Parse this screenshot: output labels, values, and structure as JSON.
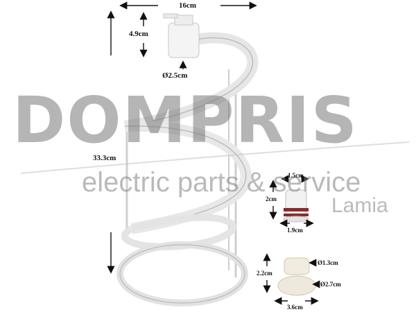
{
  "watermark": {
    "brand": "DOMPRIS",
    "tagline": "electric parts & service",
    "city": "Lamia"
  },
  "dimensions": {
    "width_main": "16cm",
    "spout_height": "4.9cm",
    "spout_diameter": "Ø2.5cm",
    "total_height": "33.3cm",
    "plug_top": "1.5cm",
    "plug_height": "2cm",
    "plug_bottom": "1.9cm",
    "cap_top_diameter": "Ø1.3cm",
    "cap_height": "2.2cm",
    "cap_bottom_diameter": "Ø2.7cm",
    "cap_width": "3.6cm"
  }
}
